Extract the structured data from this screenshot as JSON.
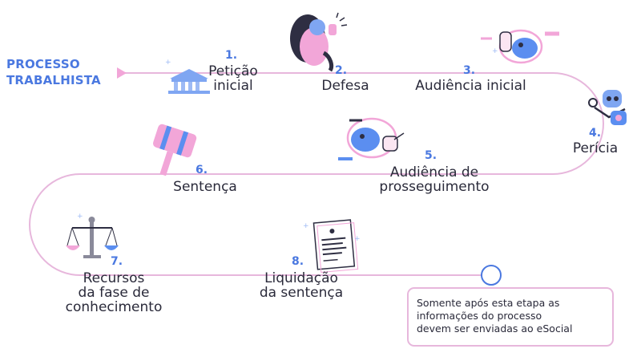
{
  "title": {
    "line1": "PROCESSO",
    "line2": "TRABALHISTA"
  },
  "steps": [
    {
      "number": "1.",
      "line1": "Petição",
      "line2": "inicial"
    },
    {
      "number": "2.",
      "line1": "Defesa"
    },
    {
      "number": "3.",
      "line1": "Audiência inicial"
    },
    {
      "number": "4.",
      "line1": "Perícia"
    },
    {
      "number": "5.",
      "line1": "Audiência de",
      "line2": "prosseguimento"
    },
    {
      "number": "6.",
      "line1": "Sentença"
    },
    {
      "number": "7.",
      "line1": "Recursos",
      "line2": "da fase de",
      "line3": "conhecimento"
    },
    {
      "number": "8.",
      "line1": "Liquidação",
      "line2": "da sentença"
    }
  ],
  "note": {
    "line1": "Somente após esta etapa as",
    "line2": "informações do processo",
    "line3": "devem ser enviadas ao eSocial"
  },
  "colors": {
    "accent": "#4a78e0",
    "line": "#e7b7dc",
    "pink": "#f2a6d8",
    "blue": "#5b8ef0"
  },
  "icons": [
    "courthouse-icon",
    "woman-pointing-icon",
    "finger-pointing-icon",
    "man-with-tools-icon",
    "hand-pointing-icon",
    "gavel-icon",
    "scales-icon",
    "document-icon"
  ]
}
